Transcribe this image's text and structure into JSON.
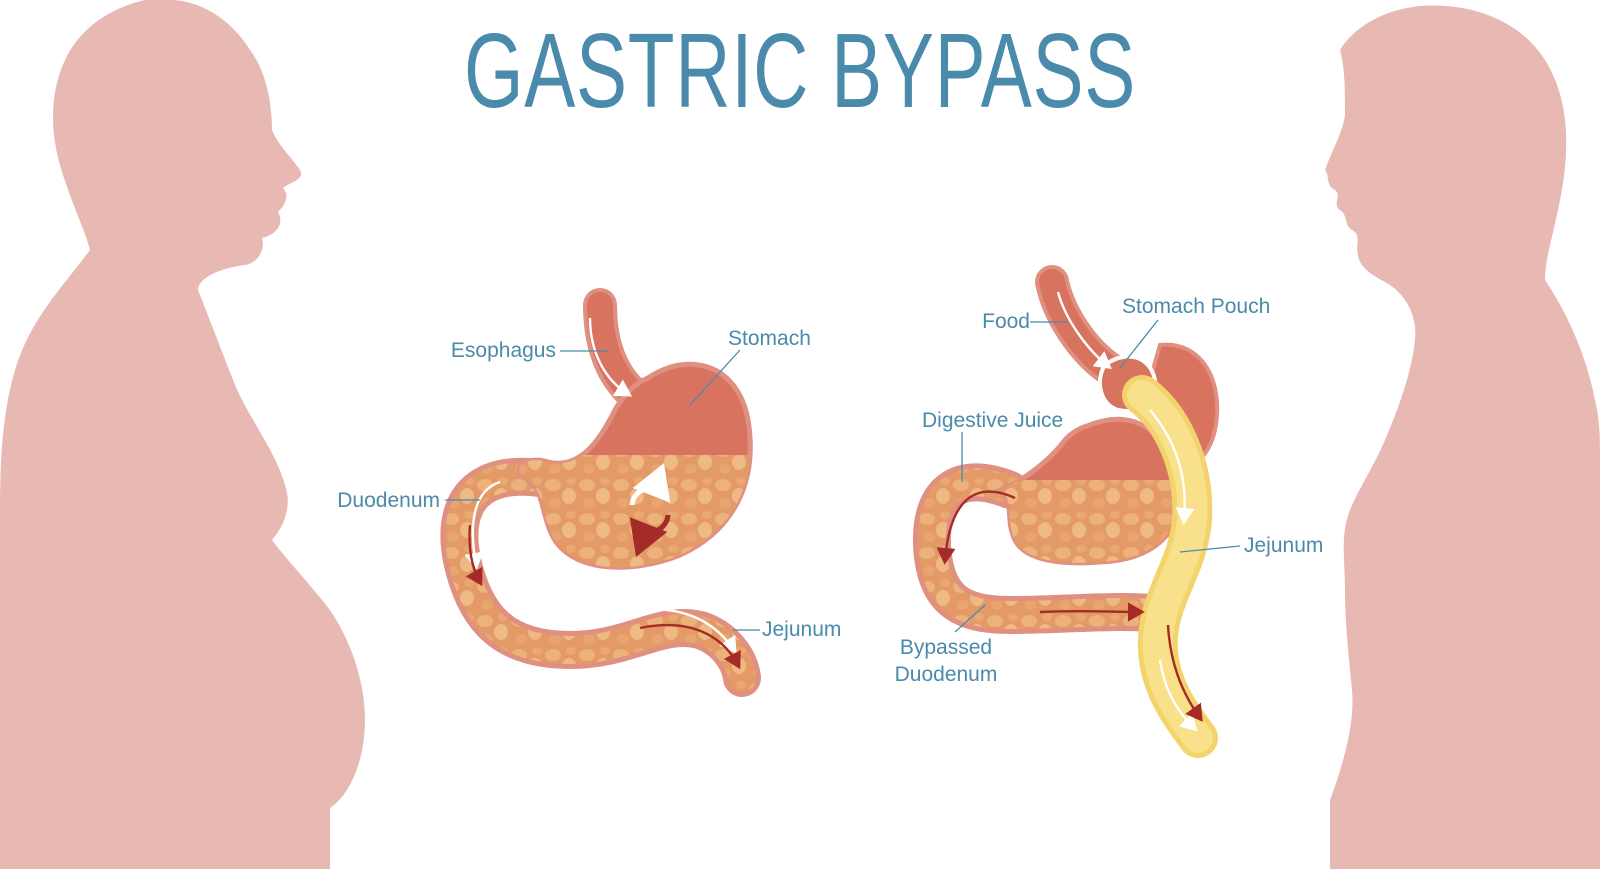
{
  "title": "GASTRIC BYPASS",
  "before_diagram": {
    "labels": {
      "esophagus": "Esophagus",
      "stomach": "Stomach",
      "duodenum": "Duodenum",
      "jejunum": "Jejunum"
    }
  },
  "after_diagram": {
    "labels": {
      "food": "Food",
      "stomach_pouch": "Stomach Pouch",
      "digestive_juice": "Digestive Juice",
      "jejunum": "Jejunum",
      "bypassed_line1": "Bypassed",
      "bypassed_line2": "Duodenum"
    }
  },
  "colors": {
    "title": "#4a8aaa",
    "label": "#4a8aaa",
    "silhouette": "#e8b8b2",
    "organ": "#d8735f",
    "organ_outline": "#e09080",
    "chyme": "#e8a06a",
    "jejunum_bypass": "#f7d87a",
    "arrow_red": "#a42b26",
    "arrow_white": "#ffffff"
  }
}
